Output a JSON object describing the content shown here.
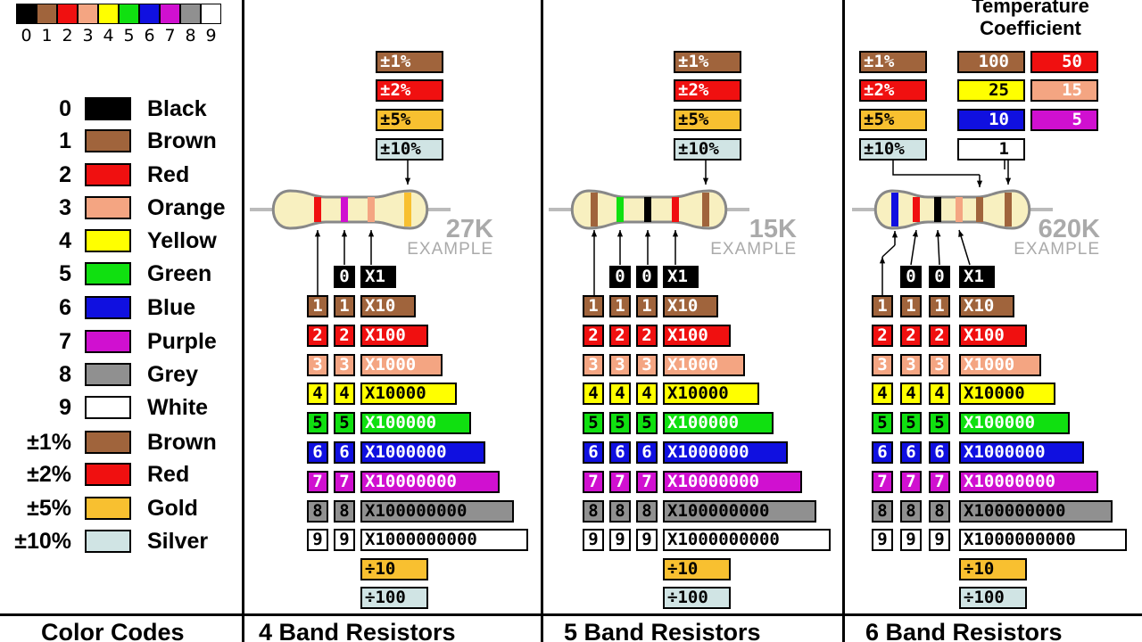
{
  "colors": {
    "black": "#000000",
    "brown": "#A0643C",
    "red": "#F01010",
    "orange": "#F4A582",
    "yellow": "#FFFF00",
    "green": "#10E010",
    "blue": "#1010E0",
    "purple": "#D010D0",
    "grey": "#909090",
    "white": "#FFFFFF",
    "gold": "#F8C030",
    "silver": "#D0E4E4",
    "body": "#F8F0C0"
  },
  "strip": {
    "numbers": [
      "0",
      "1",
      "2",
      "3",
      "4",
      "5",
      "6",
      "7",
      "8",
      "9"
    ]
  },
  "legend": [
    {
      "label": "0",
      "name": "Black",
      "color": "black"
    },
    {
      "label": "1",
      "name": "Brown",
      "color": "brown"
    },
    {
      "label": "2",
      "name": "Red",
      "color": "red"
    },
    {
      "label": "3",
      "name": "Orange",
      "color": "orange"
    },
    {
      "label": "4",
      "name": "Yellow",
      "color": "yellow"
    },
    {
      "label": "5",
      "name": "Green",
      "color": "green"
    },
    {
      "label": "6",
      "name": "Blue",
      "color": "blue"
    },
    {
      "label": "7",
      "name": "Purple",
      "color": "purple"
    },
    {
      "label": "8",
      "name": "Grey",
      "color": "grey"
    },
    {
      "label": "9",
      "name": "White",
      "color": "white"
    },
    {
      "label": "±1%",
      "name": "Brown",
      "color": "brown"
    },
    {
      "label": "±2%",
      "name": "Red",
      "color": "red"
    },
    {
      "label": "±5%",
      "name": "Gold",
      "color": "gold"
    },
    {
      "label": "±10%",
      "name": "Silver",
      "color": "silver"
    }
  ],
  "tolerances": [
    {
      "text": "±1%",
      "color": "brown",
      "fg": "#fff"
    },
    {
      "text": "±2%",
      "color": "red",
      "fg": "#fff"
    },
    {
      "text": "±5%",
      "color": "gold",
      "fg": "#000"
    },
    {
      "text": "±10%",
      "color": "silver",
      "fg": "#000"
    }
  ],
  "multipliers": [
    {
      "text": "X1",
      "color": "black",
      "fg": "#fff"
    },
    {
      "text": "X10",
      "color": "brown",
      "fg": "#fff"
    },
    {
      "text": "X100",
      "color": "red",
      "fg": "#fff"
    },
    {
      "text": "X1000",
      "color": "orange",
      "fg": "#fff"
    },
    {
      "text": "X10000",
      "color": "yellow",
      "fg": "#000"
    },
    {
      "text": "X100000",
      "color": "green",
      "fg": "#fff"
    },
    {
      "text": "X1000000",
      "color": "blue",
      "fg": "#fff"
    },
    {
      "text": "X10000000",
      "color": "purple",
      "fg": "#fff"
    },
    {
      "text": "X100000000",
      "color": "grey",
      "fg": "#000"
    },
    {
      "text": "X1000000000",
      "color": "white",
      "fg": "#000"
    },
    {
      "text": "÷10",
      "color": "gold",
      "fg": "#000"
    },
    {
      "text": "÷100",
      "color": "silver",
      "fg": "#000"
    }
  ],
  "digits": [
    {
      "text": "0",
      "color": "black",
      "fg": "#fff"
    },
    {
      "text": "1",
      "color": "brown",
      "fg": "#fff"
    },
    {
      "text": "2",
      "color": "red",
      "fg": "#fff"
    },
    {
      "text": "3",
      "color": "orange",
      "fg": "#fff"
    },
    {
      "text": "4",
      "color": "yellow",
      "fg": "#000"
    },
    {
      "text": "5",
      "color": "green",
      "fg": "#000"
    },
    {
      "text": "6",
      "color": "blue",
      "fg": "#fff"
    },
    {
      "text": "7",
      "color": "purple",
      "fg": "#fff"
    },
    {
      "text": "8",
      "color": "grey",
      "fg": "#000"
    },
    {
      "text": "9",
      "color": "white",
      "fg": "#000"
    }
  ],
  "temperature": {
    "title_line1": "Temperature",
    "title_line2": "Coefficient",
    "items": [
      {
        "text": "100",
        "color": "brown",
        "fg": "#fff"
      },
      {
        "text": "50",
        "color": "red",
        "fg": "#fff"
      },
      {
        "text": "25",
        "color": "yellow",
        "fg": "#000"
      },
      {
        "text": "15",
        "color": "orange",
        "fg": "#fff"
      },
      {
        "text": "10",
        "color": "blue",
        "fg": "#fff"
      },
      {
        "text": "5",
        "color": "purple",
        "fg": "#fff"
      },
      {
        "text": "1",
        "color": "white",
        "fg": "#000"
      }
    ]
  },
  "panels": [
    {
      "id": "four",
      "footer": "4 Band Resistors",
      "example_value": "27K",
      "example_label": "EXAMPLE",
      "bands": [
        "red",
        "purple",
        "orange",
        "gold"
      ]
    },
    {
      "id": "five",
      "footer": "5 Band Resistors",
      "example_value": "15K",
      "example_label": "EXAMPLE",
      "bands": [
        "green",
        "black",
        "red",
        "brown"
      ]
    },
    {
      "id": "six",
      "footer": "6 Band Resistors",
      "example_value": "620K",
      "example_label": "EXAMPLE",
      "bands": [
        "blue",
        "red",
        "black",
        "orange",
        "brown",
        "brown"
      ]
    }
  ],
  "footers": {
    "color_codes": "Color Codes"
  }
}
